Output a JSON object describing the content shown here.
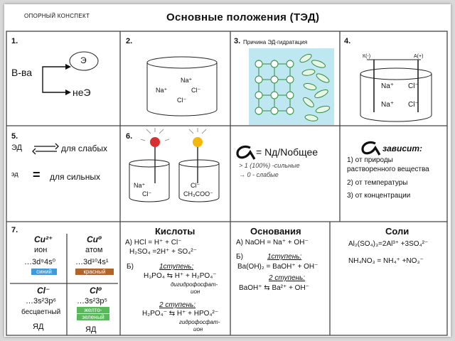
{
  "header": {
    "small": "ОПОРНЫЙ КОНСПЕКТ",
    "title": "Основные положения (ТЭД)"
  },
  "c1": {
    "num": "1.",
    "substance": "В-ва",
    "electrolyte": "Э",
    "non_electrolyte": "неЭ"
  },
  "c2": {
    "num": "2.",
    "na1": "Na⁺",
    "na2": "Na⁺",
    "cl1": "Cl⁻",
    "cl2": "Cl⁻"
  },
  "c3": {
    "num": "3.",
    "title": "Причина ЭД-гидратация"
  },
  "c4": {
    "num": "4.",
    "minus": "К(-)",
    "plus": "А(+)",
    "na1": "Na⁺",
    "na2": "Na⁺",
    "cl1": "Cl⁻",
    "cl2": "Cl⁻"
  },
  "c5": {
    "num": "5.",
    "ed1": "ЭД",
    "weak": "для слабых",
    "ed2": "эд",
    "eq": "=",
    "strong": "для сильных"
  },
  "c6": {
    "num": "6.",
    "na": "Na⁺",
    "cl_left": "Cl⁻",
    "cl_right": "Cl⁻",
    "acetate": "CH₃COO⁻"
  },
  "c7": {
    "formula": "= Nд/Nобщее",
    "line1": "> 1 (100%) -сильные",
    "line2": "→ 0         - слабые"
  },
  "c8": {
    "title": "зависит:",
    "item1a": "1) от природы",
    "item1b": "растворенного вещества",
    "item2": "2) от температуры",
    "item3": "3) от концентрации"
  },
  "c9": {
    "num": "7.",
    "cu2": "Cu²⁺",
    "ion": "ион",
    "cu2_config": "…3d⁹4s⁰",
    "blue": "синий",
    "cu0": "Cu⁰",
    "atom": "атом",
    "cu0_config": "…3d¹⁰4s¹",
    "red": "красный",
    "clm": "Cl⁻",
    "clm_config": "…3s²3p⁶",
    "colorless": "бесцветный",
    "yad1": "ЯД",
    "cl0": "Cl⁰",
    "cl0_config": "…3s²3p⁵",
    "yg1": "желто-",
    "yg2": "зеленый",
    "yad2": "ЯД"
  },
  "acids": {
    "title": "Кислоты",
    "a": "А) HCl = H⁺ + Cl⁻",
    "a2": "H₂SO₄ =2H⁺ + SO₄²⁻",
    "b": "Б)",
    "step1": "1ступень:",
    "eq1": "H₃PO₄ ⇆ H⁺ + H₂PO₄⁻",
    "name1a": "дигидрофосфат-",
    "name1b": "ион",
    "step2": "2 ступень:",
    "eq2": "H₂PO₄⁻ ⇆ H⁺ + HPO₄²⁻",
    "name2a": "гидрофосфат-",
    "name2b": "ион"
  },
  "bases": {
    "title": "Основания",
    "a": "А) NaOH = Na⁺ + OH⁻",
    "b": "Б)",
    "step1": "1ступень:",
    "eq1": "Ba(OH)₂ = BaOH⁺ + OH⁻",
    "step2": "2 ступень:",
    "eq2": "BaOH⁺ ⇆ Ba²⁺ + OH⁻"
  },
  "salts": {
    "title": "Соли",
    "eq1": "Al₂(SO₄)₃=2Al³⁺ +3SO₄²⁻",
    "eq2": "NH₄NO₃ = NH₄⁺ +NO₃⁻"
  },
  "colors": {
    "water": "#bfe7f2",
    "red_ball": "#d63031",
    "yellow_ball": "#f5b70a",
    "blue_chip": "#3e9ad8",
    "brown_chip": "#b0642a",
    "green_chip": "#59b85a",
    "molecule": "#2f8f3a",
    "arrow": "#111111"
  }
}
